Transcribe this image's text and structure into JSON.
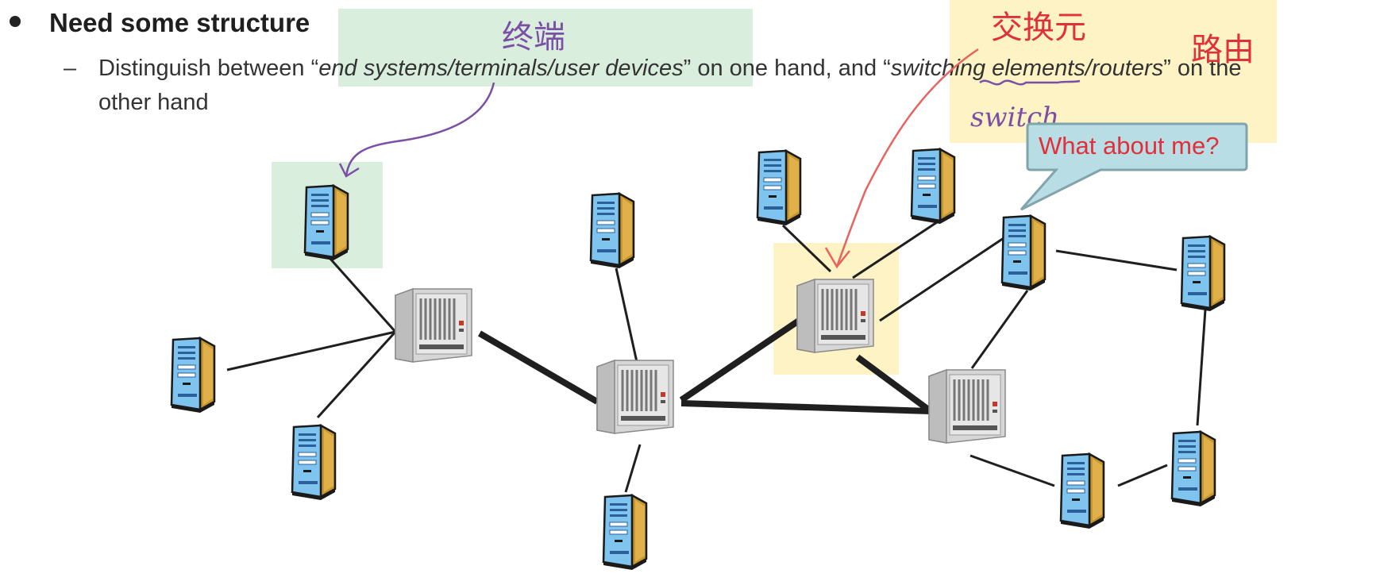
{
  "slide": {
    "bullet": "Need some structure",
    "dash": "–",
    "sub_pre": "Distinguish between “",
    "sub_ital1": "end systems/terminals/user devices",
    "sub_mid": "” on one hand, and “",
    "sub_ital2": "switching elements/routers",
    "sub_post": "” on the",
    "sub_line2": "other hand"
  },
  "annotations": {
    "terminal_cn": "终端",
    "switching_cn": "交换元",
    "routing_cn": "路由",
    "switch_en": "switch",
    "callout": "What about me?"
  },
  "colors": {
    "highlight_green": "#d9eedd",
    "highlight_yellow": "#fdf3c4",
    "ink_purple": "#7b4fa6",
    "ink_red": "#e0303a",
    "callout_fill": "#b8dde4",
    "callout_border": "#7fa4ac"
  },
  "icons": {
    "end_system": "desktop-tower-icon",
    "switch": "rack-router-icon"
  }
}
